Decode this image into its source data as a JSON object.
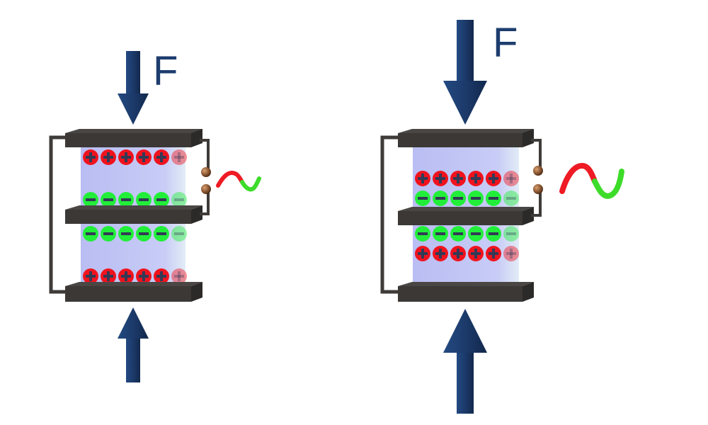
{
  "labels": {
    "force_left": "F",
    "force_right": "F",
    "ac_symbol_left": "~",
    "ac_symbol_right": "~"
  },
  "colors": {
    "plate": "#3b3836",
    "plate_top": "#4a4644",
    "wire": "#3e3b39",
    "crystal": "#c4c8f4",
    "crystal_edge": "#dde6f2",
    "positive_charge": "#f0131e",
    "negative_charge": "#22ee3a",
    "charge_symbol": "#333a55",
    "arrow": "#1c3a6a",
    "arrow_dark": "#132a50",
    "terminal": "#8a5632",
    "wave_red": "#ee1b24",
    "wave_green": "#3ddc2a",
    "background": "#ffffff"
  },
  "icons": {
    "force_arrow": "arrow-icon",
    "terminal": "terminal-icon",
    "ac_wave": "ac-wave-icon"
  },
  "diagram": {
    "panels": [
      {
        "state": "low-compression",
        "rows": [
          "positive",
          "negative",
          "negative",
          "positive"
        ]
      },
      {
        "state": "high-compression",
        "rows": [
          "positive",
          "negative",
          "negative",
          "positive"
        ]
      }
    ]
  }
}
